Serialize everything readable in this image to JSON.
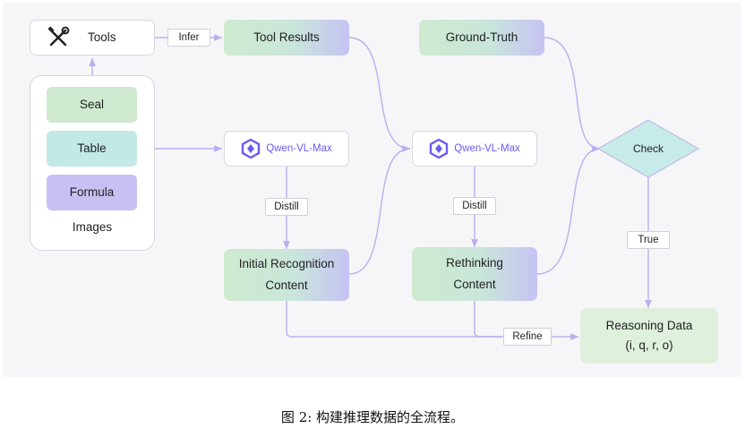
{
  "nodes": {
    "tools": "Tools",
    "tool_results": "Tool Results",
    "ground_truth": "Ground-Truth",
    "seal": "Seal",
    "table": "Table",
    "formula": "Formula",
    "images": "Images",
    "qwen_1": "Qwen-VL-Max",
    "qwen_2": "Qwen-VL-Max",
    "initial_recognition_line1": "Initial Recognition",
    "initial_recognition_line2": "Content",
    "rethinking_line1": "Rethinking",
    "rethinking_line2": "Content",
    "check": "Check",
    "reasoning_line1": "Reasoning Data",
    "reasoning_line2": "(i, q, r, o)"
  },
  "edge_labels": {
    "infer": "Infer",
    "distill_1": "Distill",
    "distill_2": "Distill",
    "true": "True",
    "refine": "Refine"
  },
  "icons": {
    "tools": "wrench-screwdriver-icon",
    "qwen": "qwen-logo-icon"
  },
  "colors": {
    "edge": "#b8b0ee",
    "green": "#cfeacf",
    "teal": "#c3e9e5",
    "purple": "#c8c0f2",
    "qwen_text": "#6a5cf0"
  },
  "caption": "图 2: 构建推理数据的全流程。"
}
